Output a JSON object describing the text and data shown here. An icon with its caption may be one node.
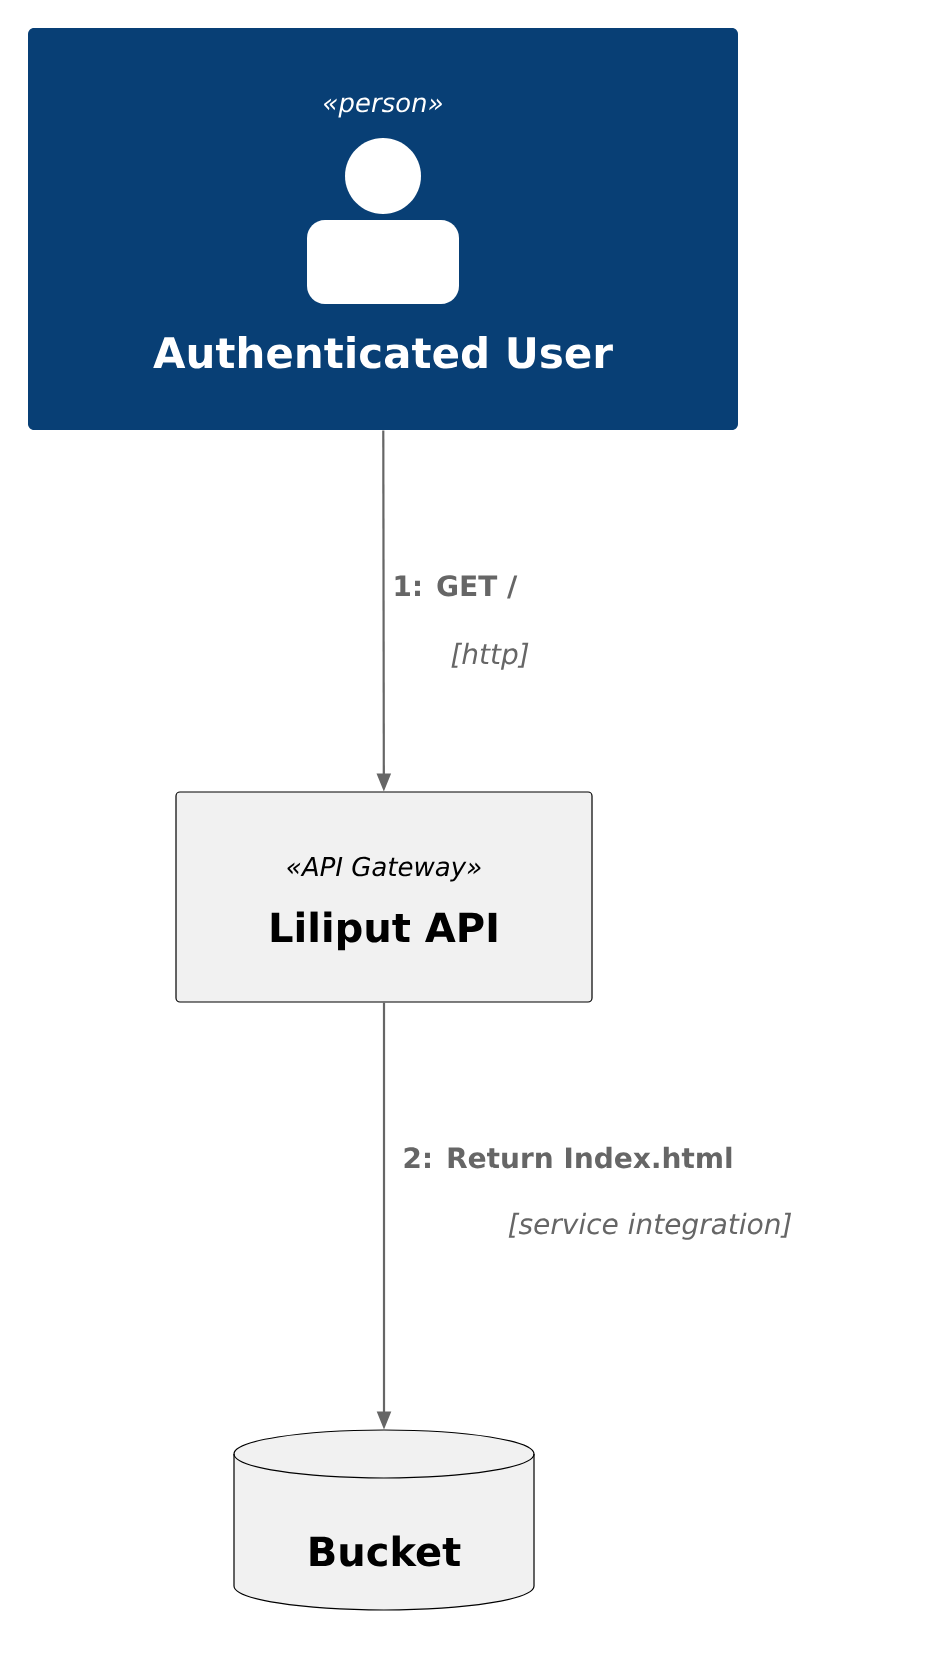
{
  "diagram": {
    "nodes": [
      {
        "text": [
          "«person»",
          "Authenticated User"
        ]
      },
      {
        "text": [
          "«API Gateway»",
          "Liliput API"
        ]
      },
      {
        "text": [
          "Bucket"
        ]
      }
    ],
    "edges": [
      {
        "from": 0,
        "to": 1,
        "arrow": "to",
        "label": "1: GET /"
      },
      {
        "from": 1,
        "to": 2,
        "arrow": "to",
        "label": "2: Return Index.html"
      }
    ],
    "labels": [
      "[http]",
      "[service integration]"
    ]
  }
}
